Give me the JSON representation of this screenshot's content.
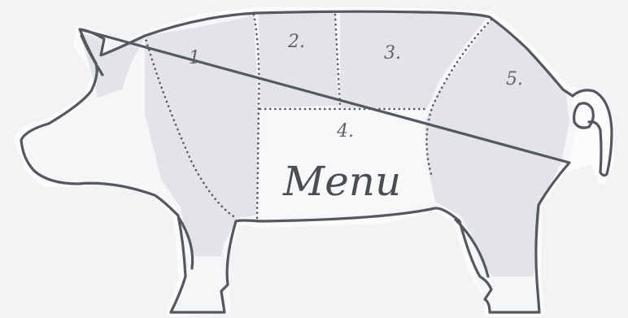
{
  "menu": {
    "title": "Menu",
    "cuts": [
      {
        "id": "1",
        "label": "1."
      },
      {
        "id": "2",
        "label": "2."
      },
      {
        "id": "3",
        "label": "3."
      },
      {
        "id": "4",
        "label": "4."
      },
      {
        "id": "5",
        "label": "5."
      }
    ]
  },
  "colors": {
    "background": "#f2f3f5",
    "outline": "#55595f",
    "shade": "#e2e4e7",
    "text": "#5e6166"
  }
}
